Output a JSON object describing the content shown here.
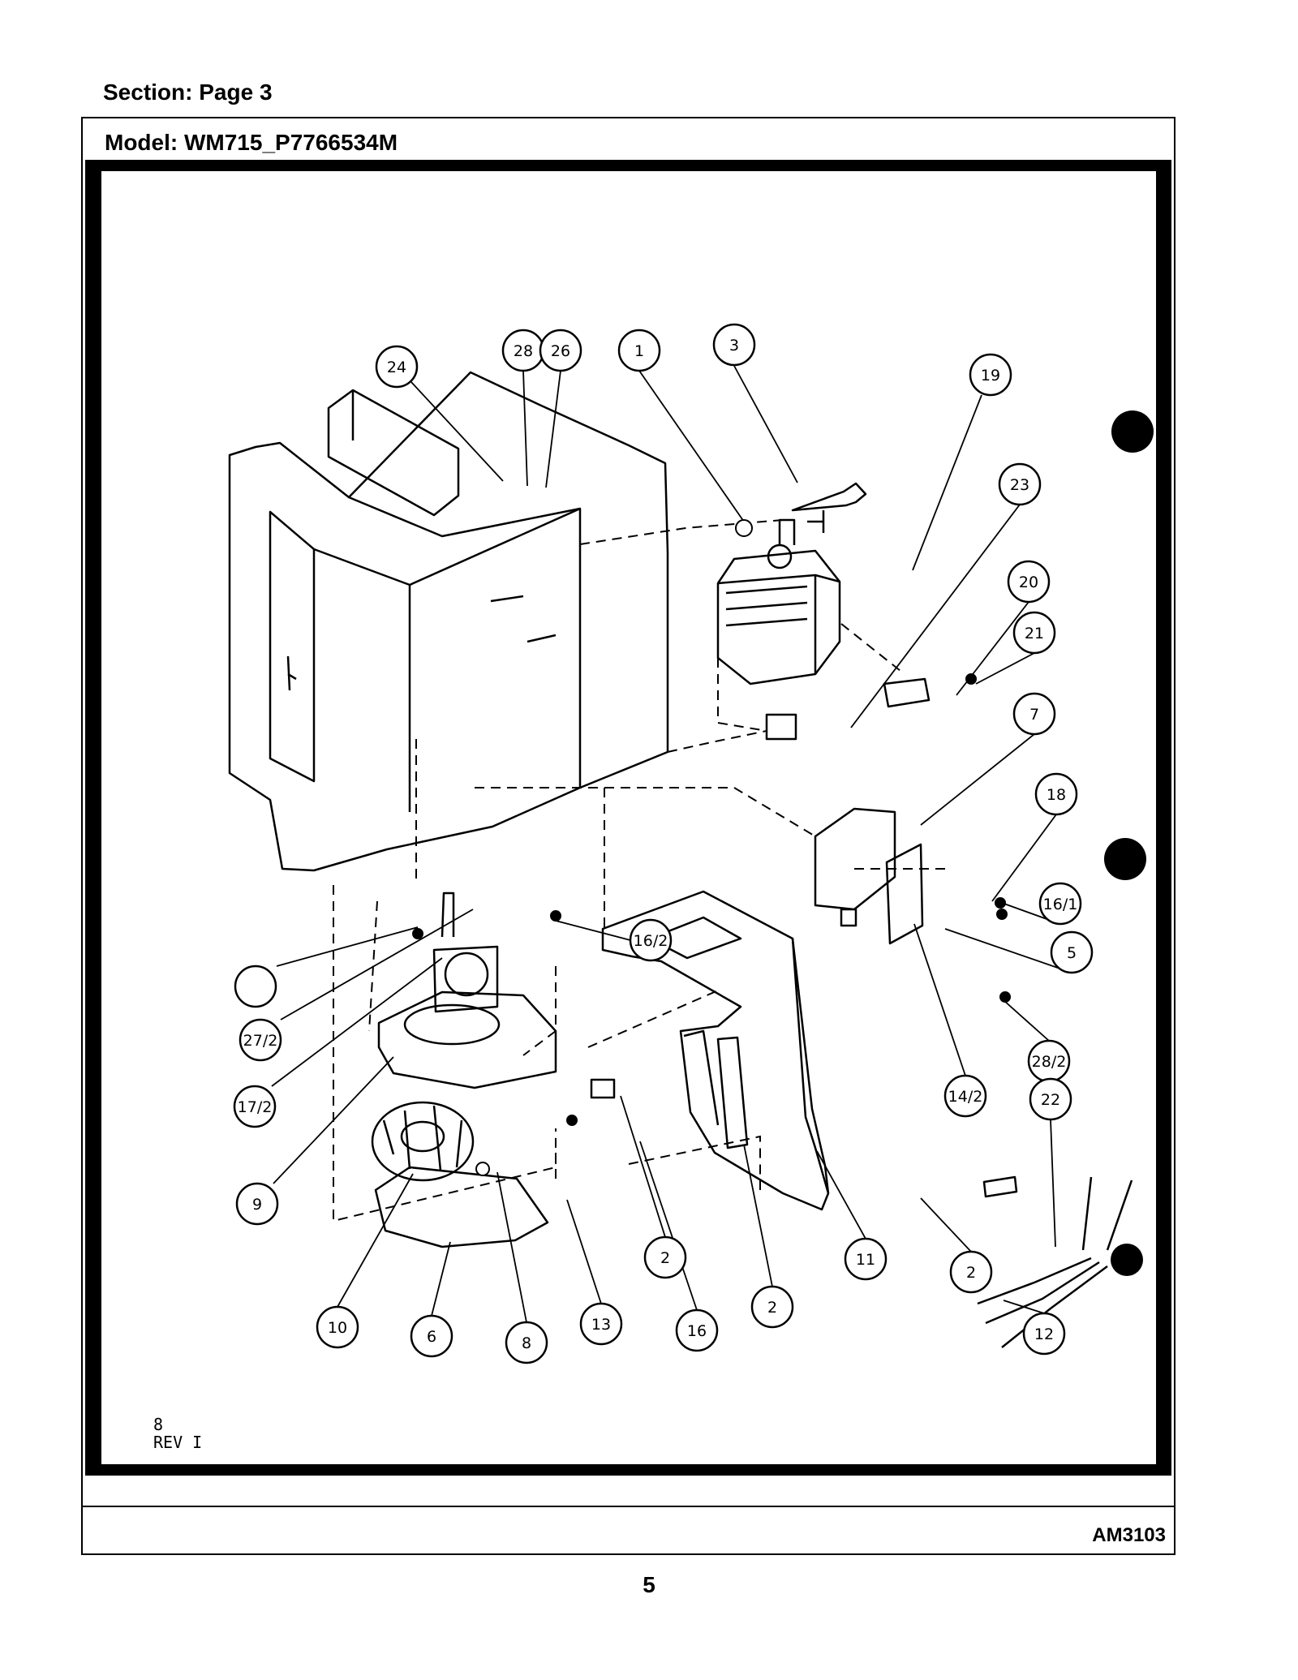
{
  "header": {
    "section_title": "Section:  Page 3",
    "model_title": "Model:  WM715_P7766534M"
  },
  "diagram": {
    "callouts": [
      "24",
      "28",
      "26",
      "1",
      "3",
      "19",
      "23",
      "20",
      "21",
      "7",
      "18",
      "16/1",
      "5",
      "28/2",
      "14/2",
      "22",
      "2",
      "12",
      "11",
      "2",
      "2",
      "16",
      "13",
      "8",
      "6",
      "10",
      "9",
      "17/2",
      "27/2",
      "16/2"
    ],
    "rev_line_1": "8",
    "rev_line_2": "REV  I"
  },
  "footer": {
    "code": "AM3103",
    "page_number": "5"
  }
}
